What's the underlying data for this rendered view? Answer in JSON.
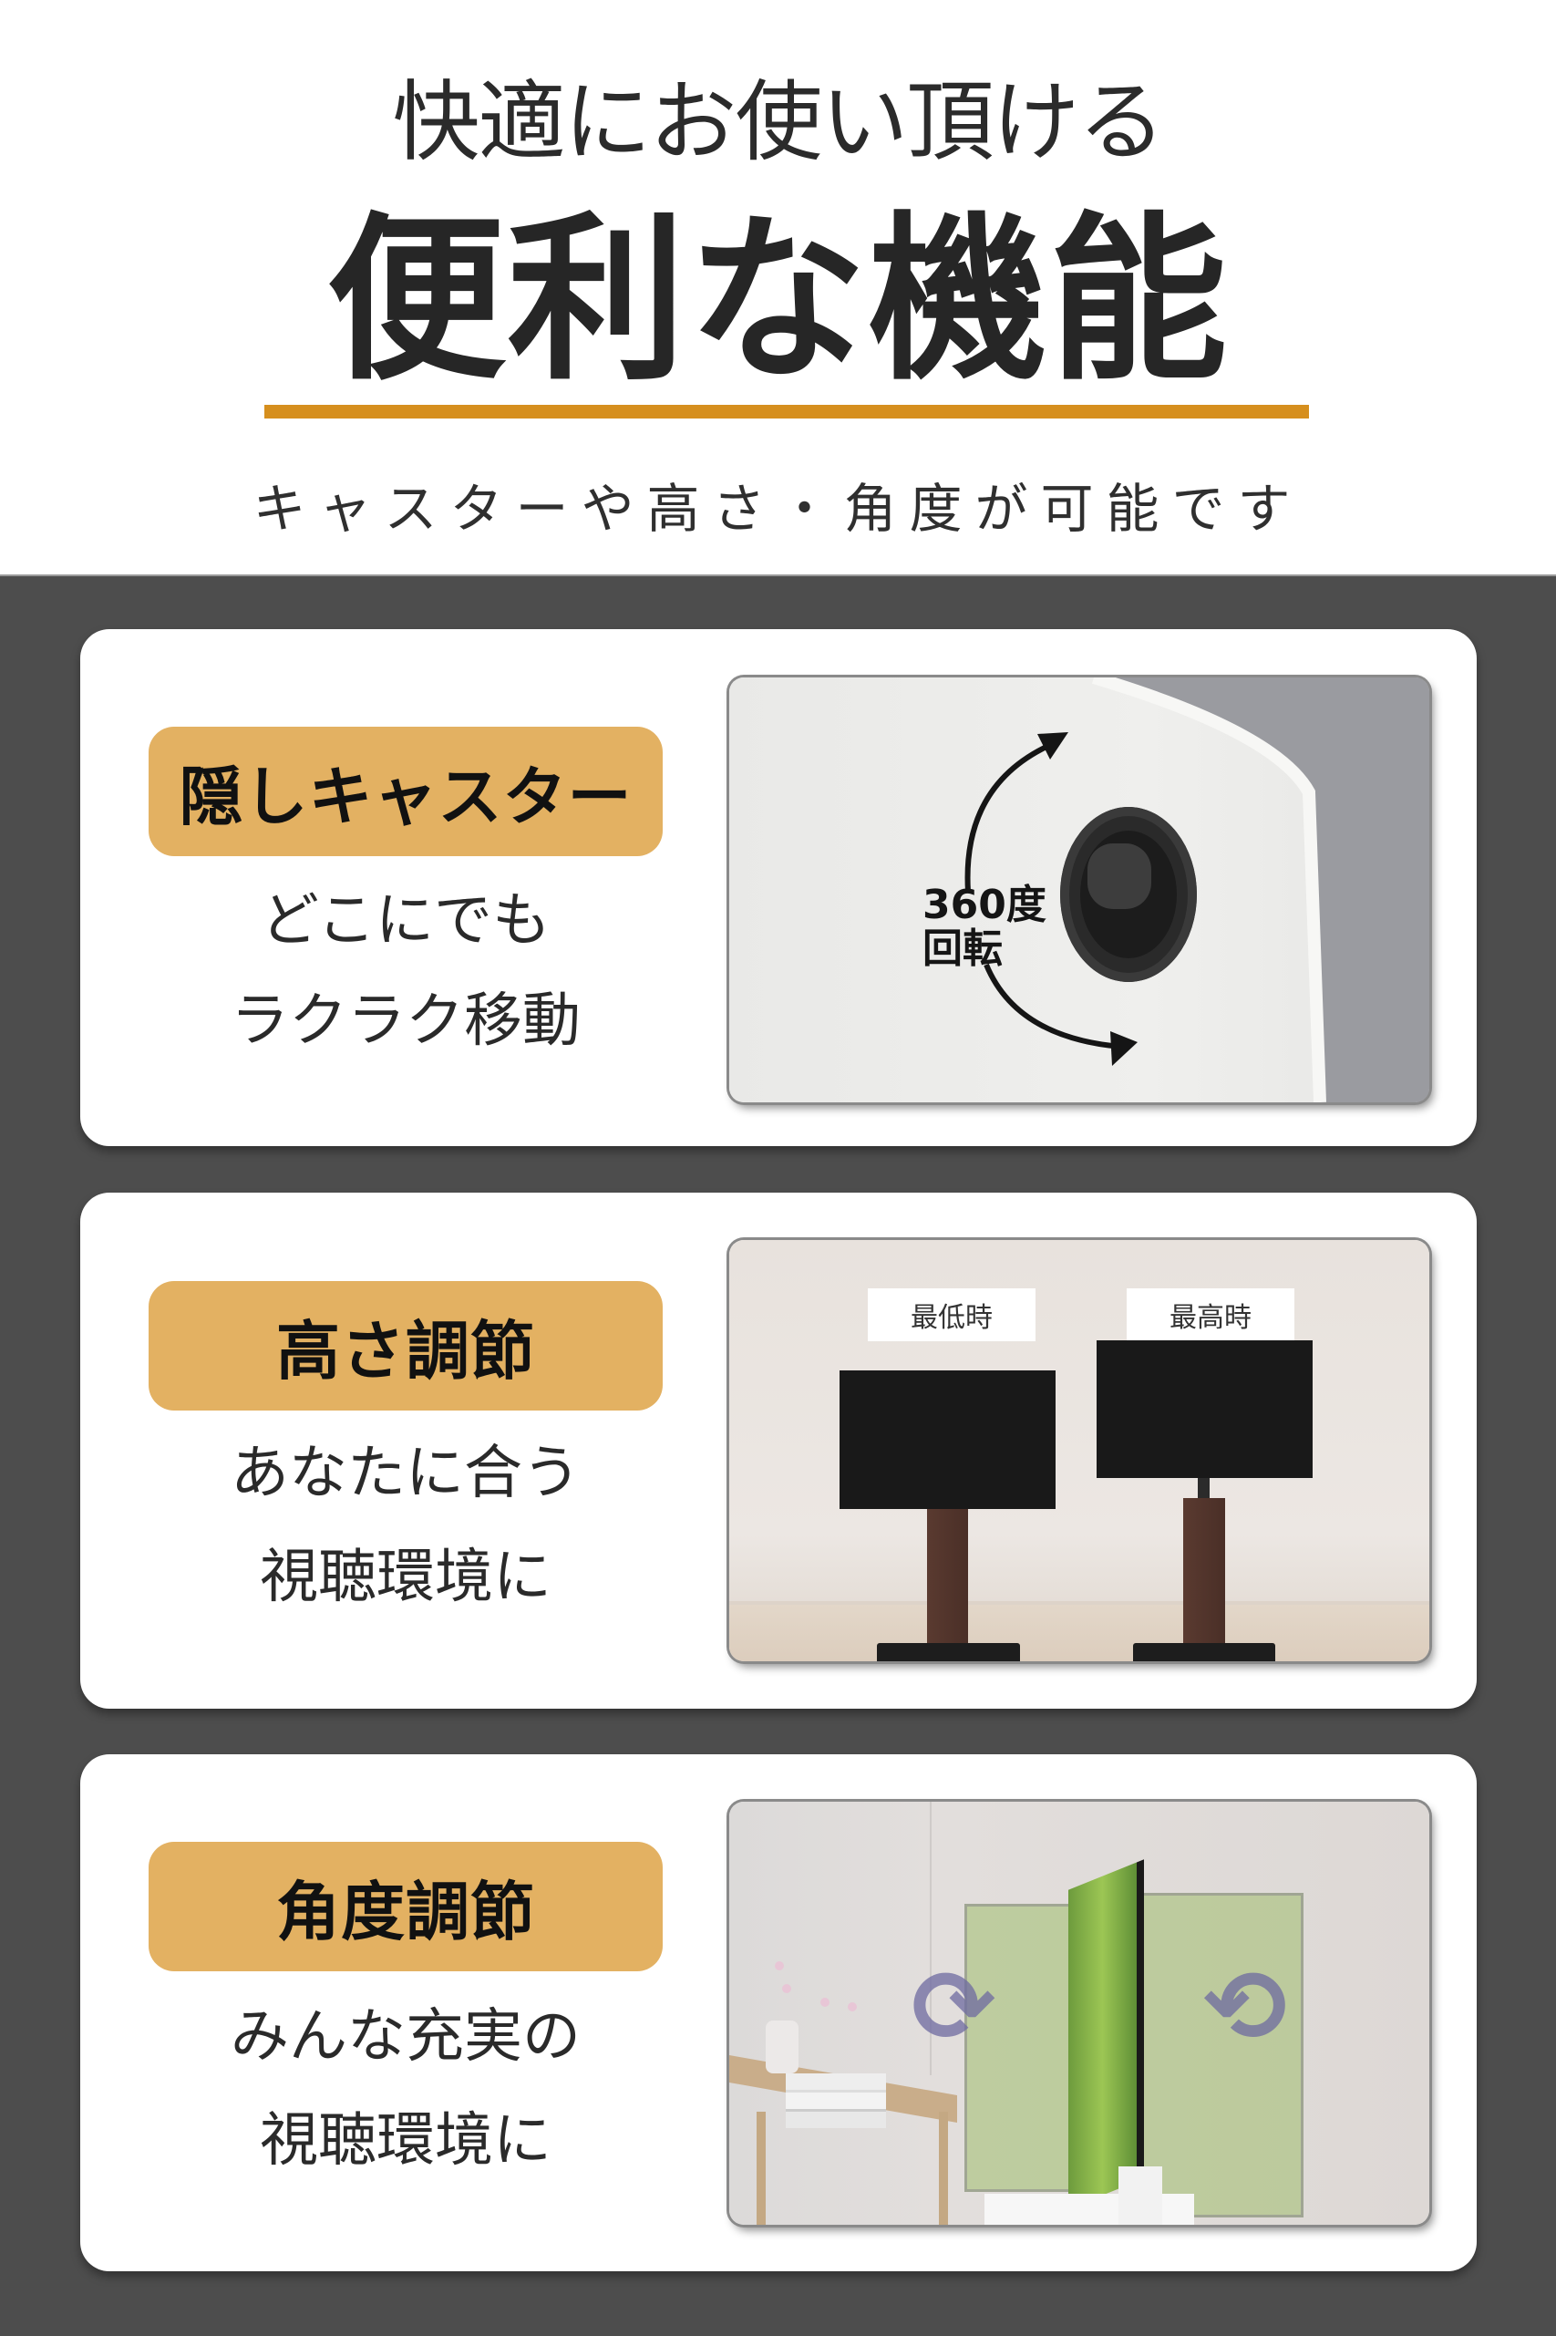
{
  "header": {
    "subtitle": "快適にお使い頂ける",
    "title": "便利な機能",
    "tagline": "キャスターや高さ・角度が可能です",
    "accent_color": "#D68F1E"
  },
  "colors": {
    "background": "#4d4d4d",
    "card": "#ffffff",
    "badge": "#E3B162"
  },
  "features": [
    {
      "badge": "隠しキャスター",
      "lines": [
        "どこにでも",
        "ラクラク移動"
      ],
      "image": {
        "description": "white stand base with hidden caster wheel",
        "overlay_text": [
          "360度",
          "回転"
        ],
        "icon": "rotate-arrows-icon"
      }
    },
    {
      "badge": "高さ調節",
      "lines": [
        "あなたに合う",
        "視聴環境に"
      ],
      "image": {
        "description": "two TV stands at lowest and highest positions",
        "labels": [
          "最低時",
          "最高時"
        ]
      }
    },
    {
      "badge": "角度調節",
      "lines": [
        "みんな充実の",
        "視聴環境に"
      ],
      "image": {
        "description": "TV swiveling on wall stand in living room",
        "icon": "swivel-arrows-icon"
      }
    }
  ]
}
